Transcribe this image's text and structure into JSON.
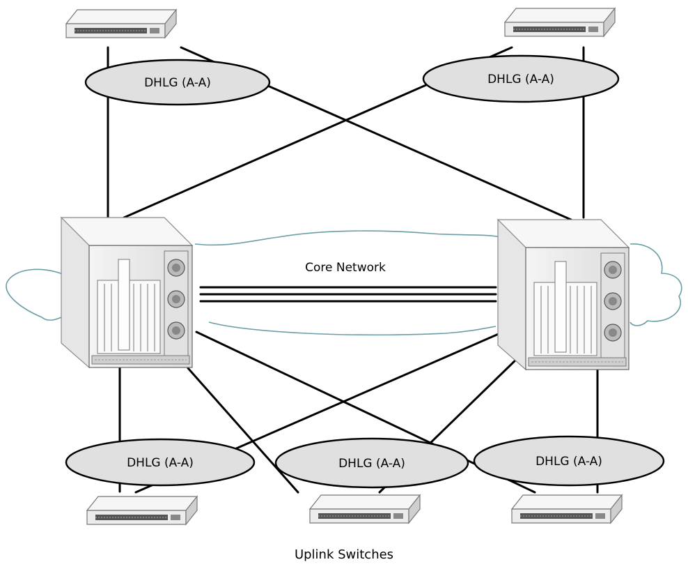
{
  "diagram": {
    "cloud_label": "Core Network",
    "caption": "Uplink Switches",
    "groups": [
      {
        "id": "top-left",
        "label": "DHLG (A-A)"
      },
      {
        "id": "top-right",
        "label": "DHLG (A-A)"
      },
      {
        "id": "bottom-left",
        "label": "DHLG (A-A)"
      },
      {
        "id": "bottom-center",
        "label": "DHLG (A-A)"
      },
      {
        "id": "bottom-right",
        "label": "DHLG (A-A)"
      }
    ]
  }
}
